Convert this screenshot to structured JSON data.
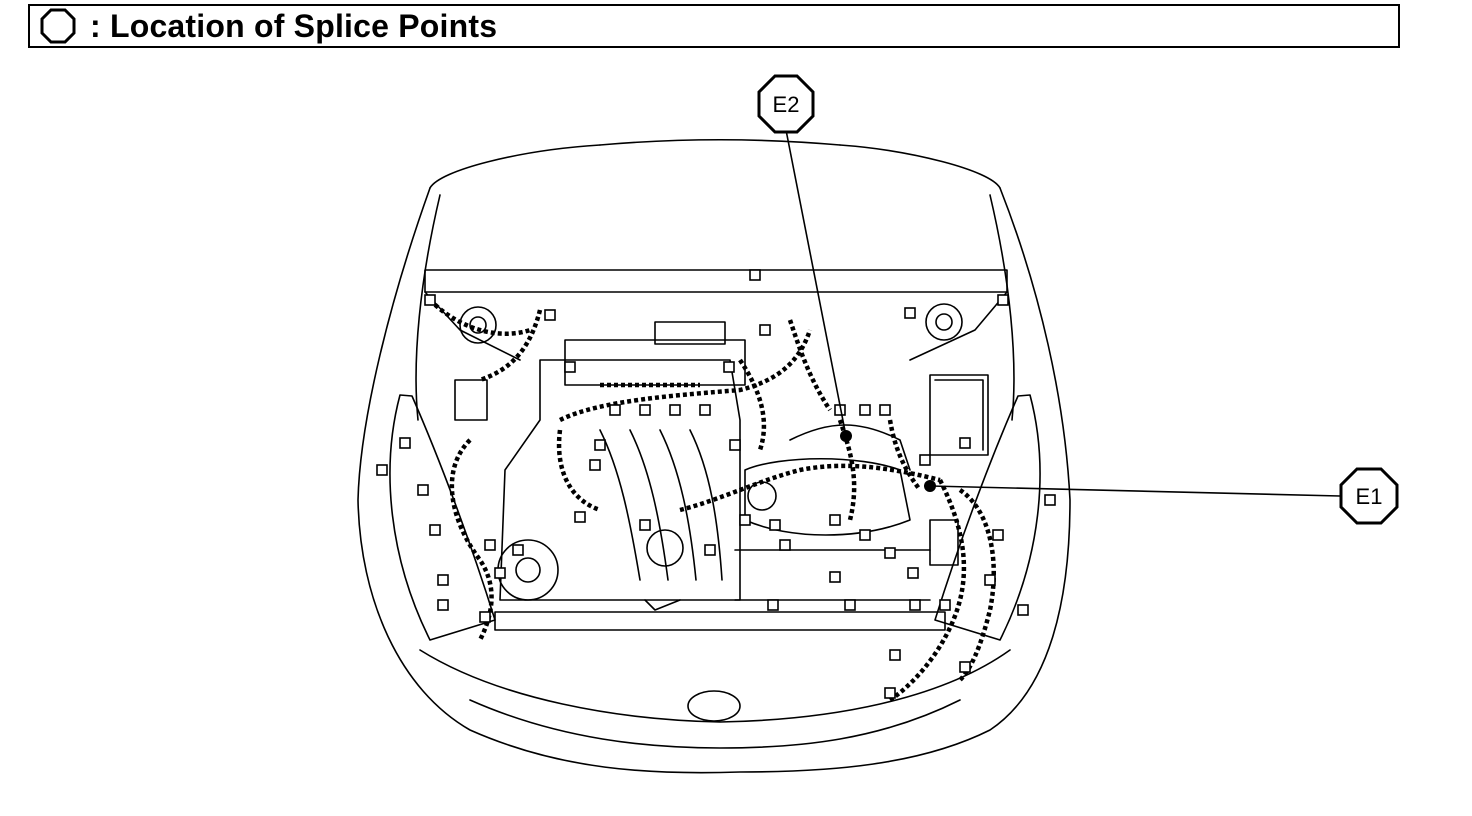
{
  "header": {
    "legend_symbol": "octagon-outline",
    "title": ": Location of Splice Points"
  },
  "callouts": [
    {
      "id": "e2",
      "label": "E2"
    },
    {
      "id": "e1",
      "label": "E1"
    }
  ],
  "colors": {
    "line": "#000000",
    "background": "#ffffff"
  }
}
